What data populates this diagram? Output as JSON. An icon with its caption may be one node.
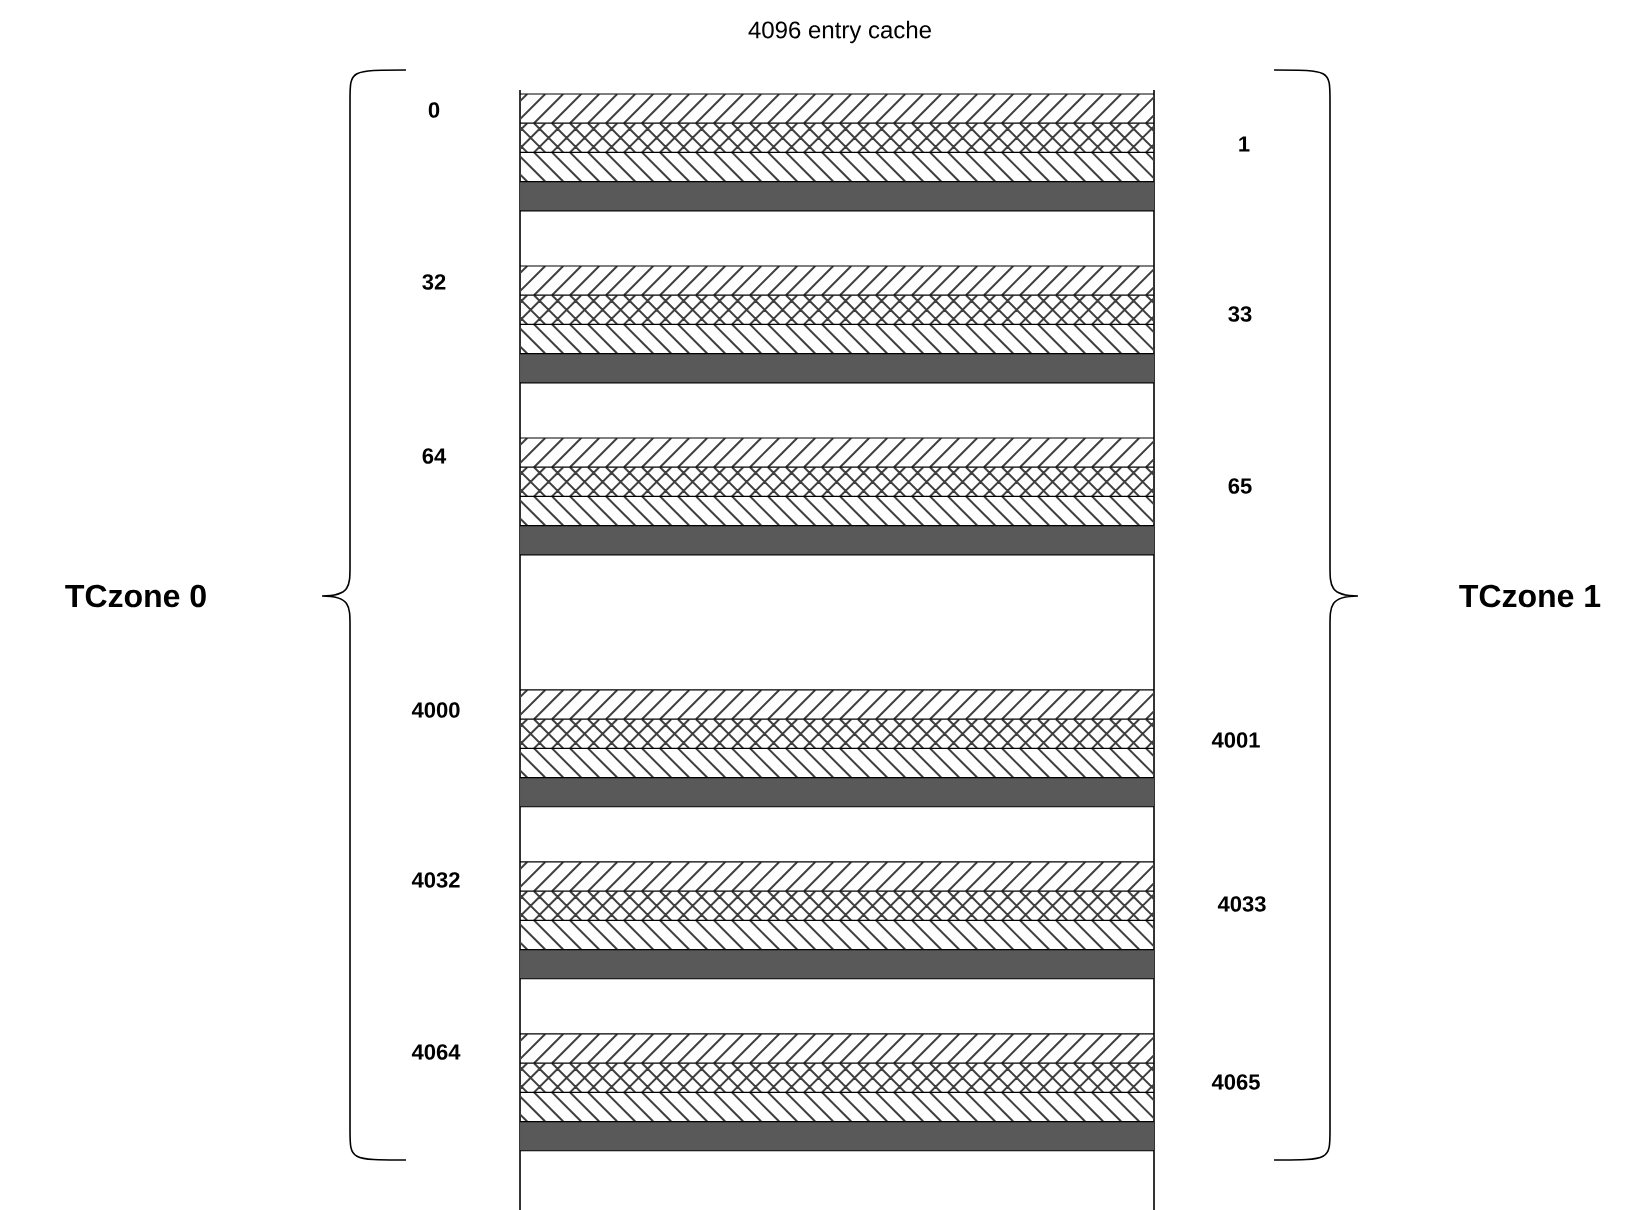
{
  "diagram": {
    "title": "4096 entry cache",
    "labels": [
      "0",
      "1",
      "32",
      "33",
      "64",
      "65",
      "TCzone 0",
      "TCzone 1",
      "4000",
      "4001",
      "4032",
      "4033",
      "4064",
      "4065"
    ]
  }
}
